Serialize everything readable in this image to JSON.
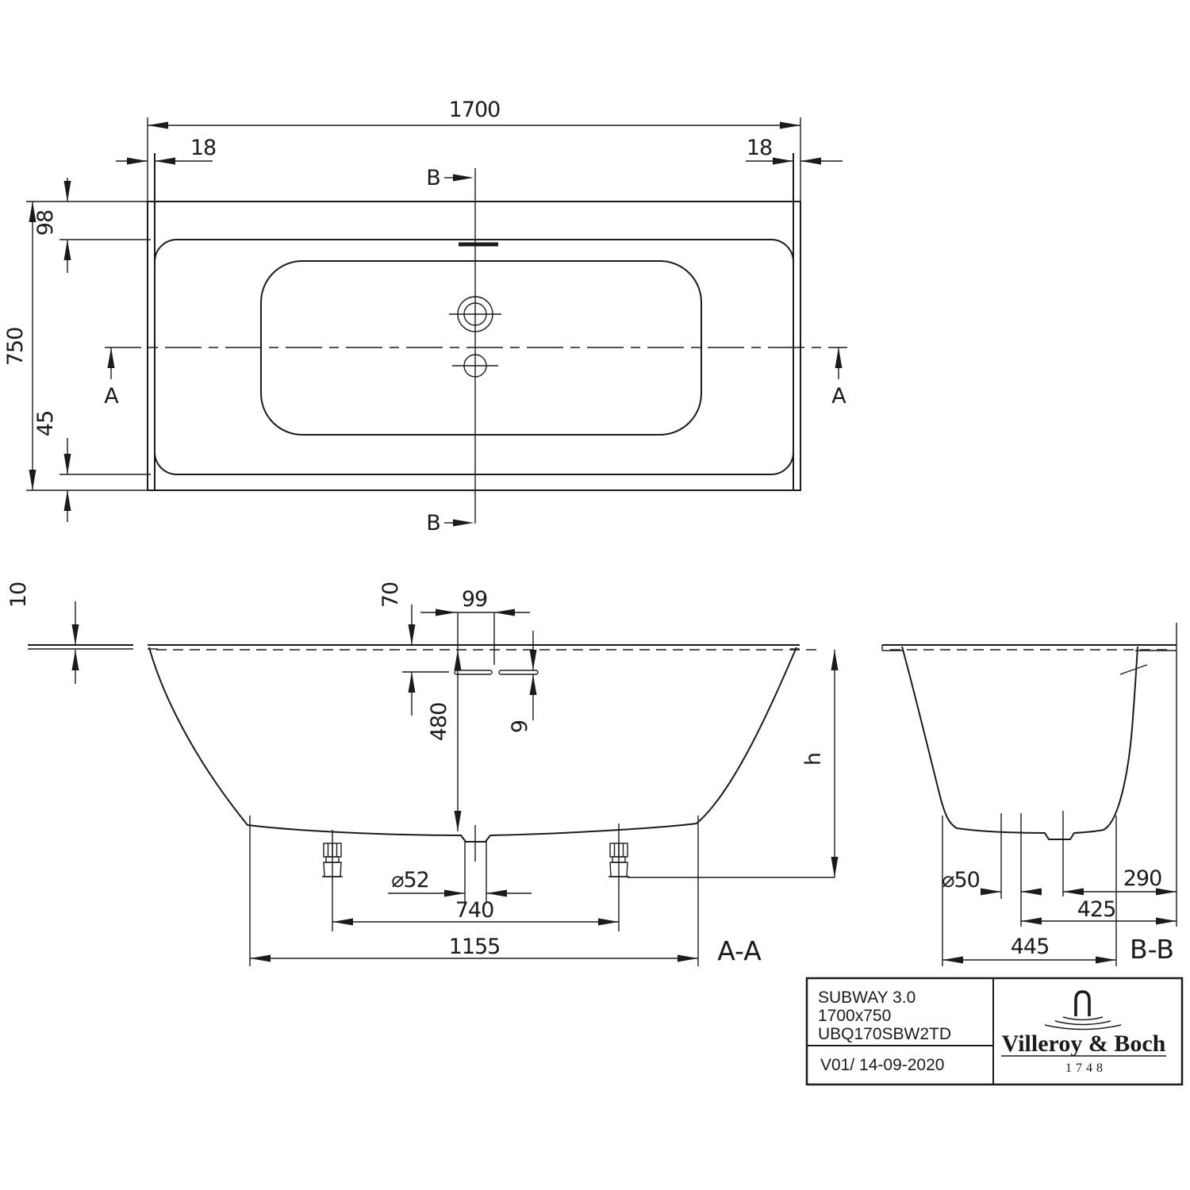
{
  "drawing": {
    "colors": {
      "line": "#1b1b1b",
      "background": "#ffffff"
    },
    "top_view": {
      "dim_length": "1700",
      "dim_rim_left": "18",
      "dim_rim_right": "18",
      "dim_top_band": "98",
      "dim_width": "750",
      "dim_bottom_band": "45",
      "section_b_top": "B",
      "section_b_bottom": "B",
      "section_a_left": "A",
      "section_a_right": "A"
    },
    "section_aa": {
      "label": "A-A",
      "dim_rim_thickness": "10",
      "dim_overflow_depth": "70",
      "dim_overflow_width": "99",
      "dim_overflow_slot_height": "9",
      "dim_overflow_to_drain": "480",
      "dim_drain_diameter": "⌀52",
      "dim_feet_spacing": "740",
      "dim_support_length": "1155",
      "dim_height": "h"
    },
    "section_bb": {
      "label": "B-B",
      "dim_drain_diameter": "⌀50",
      "dim_drain_to_edge": "290",
      "dim_inner_width": "425",
      "dim_bottom_width": "445"
    },
    "title_block": {
      "product": "SUBWAY 3.0",
      "size": "1700x750",
      "article": "UBQ170SBW2TD",
      "version": "V01/ 14-09-2020",
      "brand": "Villeroy & Boch",
      "since": "1748"
    }
  }
}
